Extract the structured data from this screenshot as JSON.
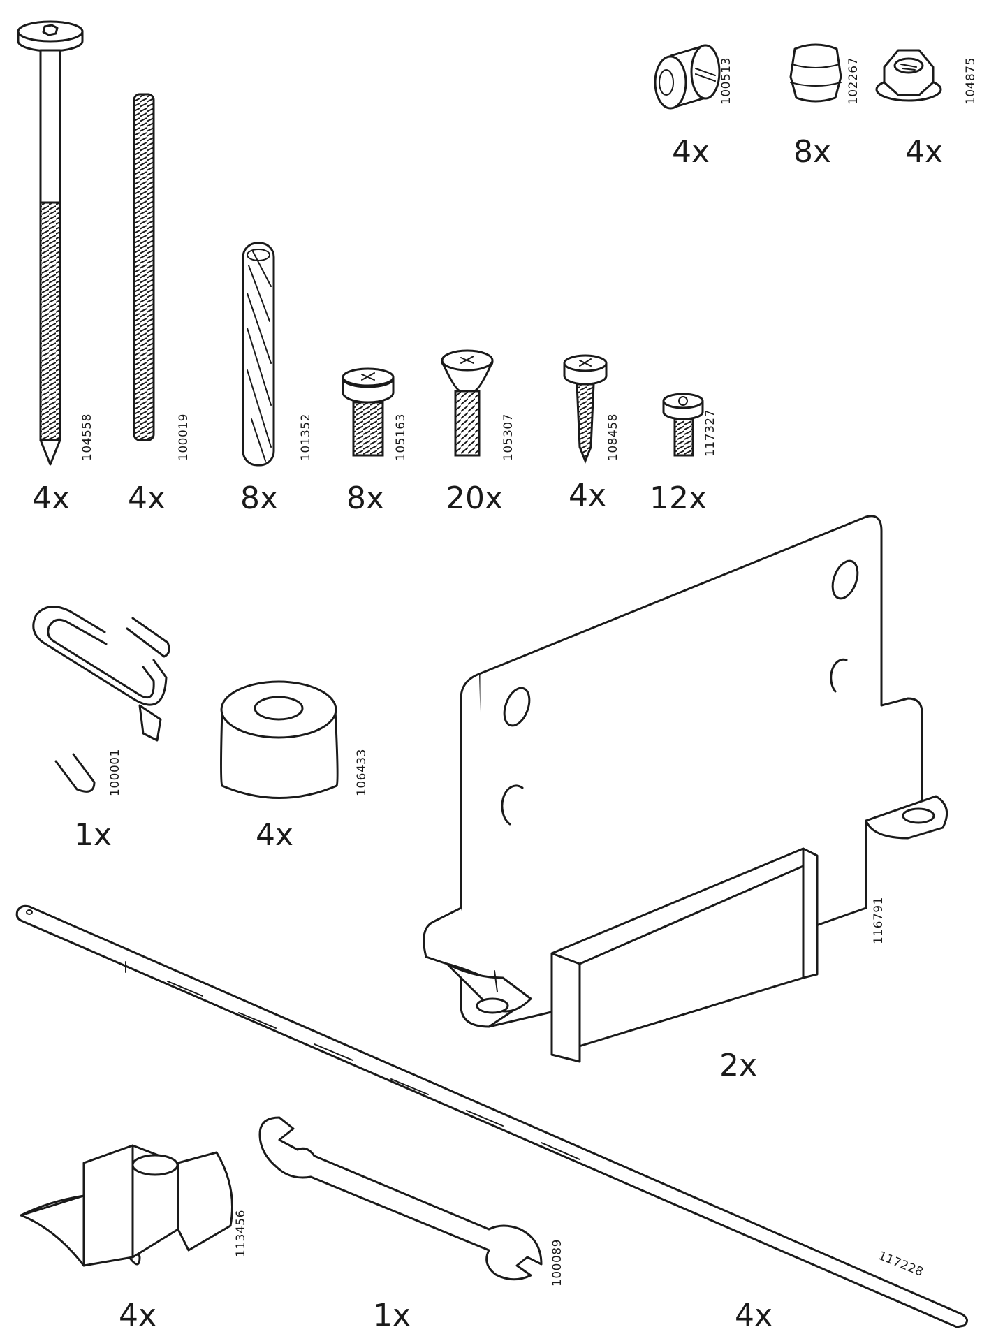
{
  "parts": [
    {
      "key": "p104558",
      "id": "104558",
      "qty": "4x"
    },
    {
      "key": "p100019",
      "id": "100019",
      "qty": "4x"
    },
    {
      "key": "p101352",
      "id": "101352",
      "qty": "8x"
    },
    {
      "key": "p105163",
      "id": "105163",
      "qty": "8x"
    },
    {
      "key": "p105307",
      "id": "105307",
      "qty": "20x"
    },
    {
      "key": "p108458",
      "id": "108458",
      "qty": "4x"
    },
    {
      "key": "p117327",
      "id": "117327",
      "qty": "12x"
    },
    {
      "key": "p100513",
      "id": "100513",
      "qty": "4x"
    },
    {
      "key": "p102267",
      "id": "102267",
      "qty": "8x"
    },
    {
      "key": "p104875",
      "id": "104875",
      "qty": "4x"
    },
    {
      "key": "p100001",
      "id": "100001",
      "qty": "1x"
    },
    {
      "key": "p106433",
      "id": "106433",
      "qty": "4x"
    },
    {
      "key": "p116791",
      "id": "116791",
      "qty": "2x"
    },
    {
      "key": "p113456",
      "id": "113456",
      "qty": "4x"
    },
    {
      "key": "p100089",
      "id": "100089",
      "qty": "1x"
    },
    {
      "key": "p117228",
      "id": "117228",
      "qty": "4x"
    }
  ]
}
